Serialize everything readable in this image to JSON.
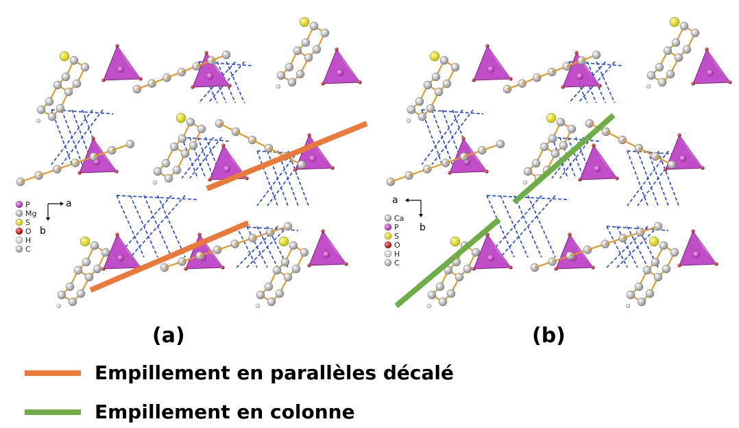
{
  "colors": {
    "phosphorus": "#d23ad6",
    "polyhedron": "#c24dc9",
    "sulfur": "#f0e800",
    "oxygen": "#d91a1a",
    "carbon": "#bdbdbd",
    "hydrogen": "#e8e8e8",
    "bond": "#e19a2a",
    "hbond": "#2a4bd0",
    "orange_line": "#e97a3a",
    "green_line": "#6fad47"
  },
  "panels": [
    {
      "label": "(a)",
      "axes": {
        "a": "a",
        "b": "b"
      },
      "key": [
        {
          "symbol": "P",
          "color_key": "phosphorus"
        },
        {
          "symbol": "Mg",
          "color_key": "carbon"
        },
        {
          "symbol": "S",
          "color_key": "sulfur"
        },
        {
          "symbol": "O",
          "color_key": "oxygen"
        },
        {
          "symbol": "H",
          "color_key": "hydrogen"
        },
        {
          "symbol": "C",
          "color_key": "carbon"
        }
      ]
    },
    {
      "label": "(b)",
      "axes": {
        "a": "a",
        "b": "b"
      },
      "key": [
        {
          "symbol": "Ca",
          "color_key": "carbon"
        },
        {
          "symbol": "P",
          "color_key": "phosphorus"
        },
        {
          "symbol": "S",
          "color_key": "sulfur"
        },
        {
          "symbol": "O",
          "color_key": "oxygen"
        },
        {
          "symbol": "H",
          "color_key": "hydrogen"
        },
        {
          "symbol": "C",
          "color_key": "carbon"
        }
      ]
    }
  ],
  "legend": [
    {
      "label": "Empillement en parallèles décalé",
      "color_key": "orange_line"
    },
    {
      "label": "Empillement en colonne",
      "color_key": "green_line"
    }
  ]
}
